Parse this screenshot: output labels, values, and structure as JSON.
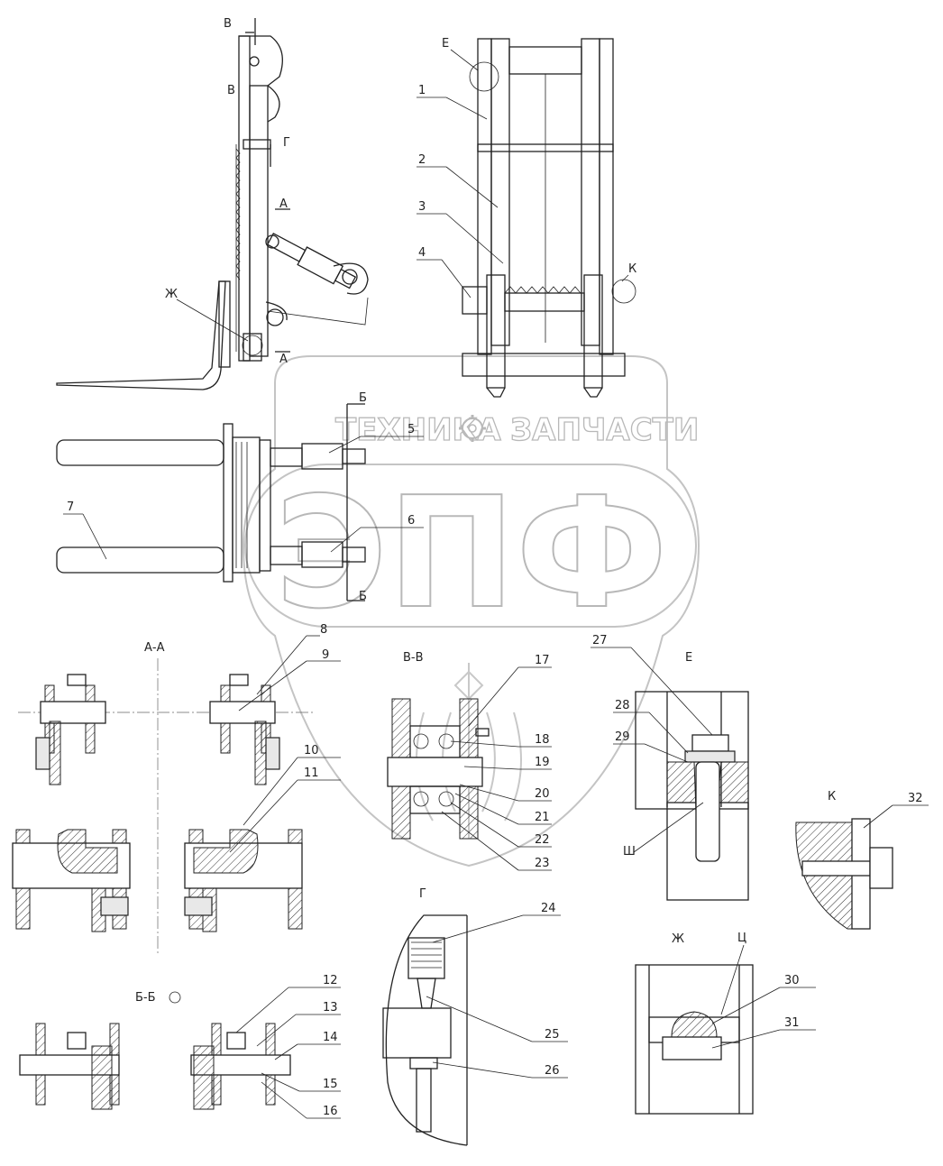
{
  "watermark": {
    "line1_left": "ТЕХНИКА",
    "line1_right": "ЗАПЧАСТИ",
    "big": "ЭПФ",
    "gear_icon": "gear-icon",
    "color": "#b8b8b8"
  },
  "section_marks": {
    "v": "В",
    "g": "Г",
    "a": "А",
    "zh": "Ж",
    "e": "Е",
    "k": "К",
    "b": "Б"
  },
  "view_titles": {
    "aa": "А-А",
    "vv": "В-В",
    "e": "Е",
    "k": "К",
    "g": "Г",
    "zh": "Ж",
    "bb": "Б-Б"
  },
  "extra_marks": {
    "sh": "Ш",
    "ts": "Ц"
  },
  "callouts": [
    "1",
    "2",
    "3",
    "4",
    "5",
    "6",
    "7",
    "8",
    "9",
    "10",
    "11",
    "12",
    "13",
    "14",
    "15",
    "16",
    "17",
    "18",
    "19",
    "20",
    "21",
    "22",
    "23",
    "24",
    "25",
    "26",
    "27",
    "28",
    "29",
    "30",
    "31",
    "32"
  ]
}
